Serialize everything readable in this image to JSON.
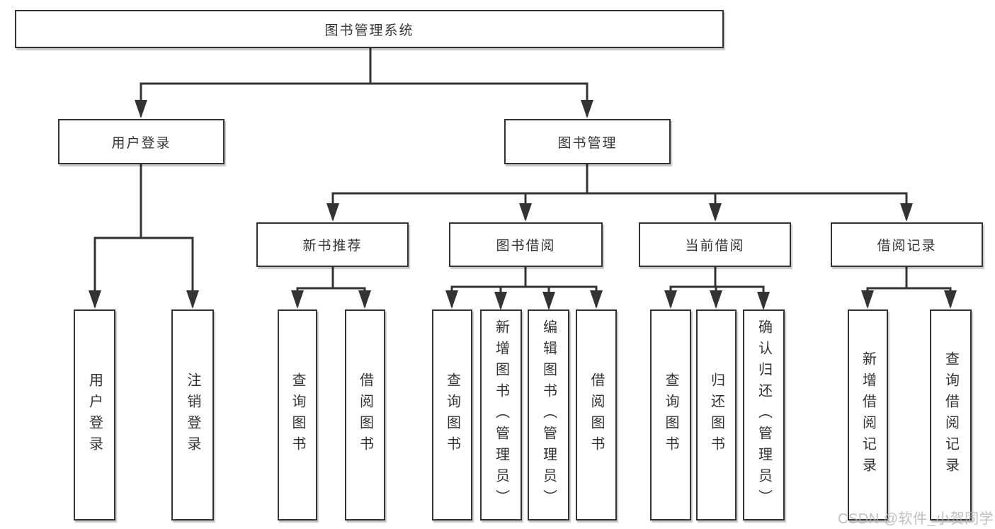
{
  "colors": {
    "line": "#333333",
    "box_border": "#333333",
    "text": "#333333",
    "background": "#ffffff",
    "watermark": "#b4b4b8"
  },
  "watermark": {
    "text": "CSDN @软件_小贺同学"
  },
  "diagram": {
    "type": "hierarchy-tree",
    "root": {
      "label": "图书管理系统",
      "children": [
        {
          "label": "用户登录",
          "children": [
            {
              "label": "用户登录"
            },
            {
              "label": "注销登录"
            }
          ]
        },
        {
          "label": "图书管理",
          "children": [
            {
              "label": "新书推荐",
              "children": [
                {
                  "label": "查询图书"
                },
                {
                  "label": "借阅图书"
                }
              ]
            },
            {
              "label": "图书借阅",
              "children": [
                {
                  "label": "查询图书"
                },
                {
                  "label": "新增图书（管理员）"
                },
                {
                  "label": "编辑图书（管理员）"
                },
                {
                  "label": "借阅图书"
                }
              ]
            },
            {
              "label": "当前借阅",
              "children": [
                {
                  "label": "查询图书"
                },
                {
                  "label": "归还图书"
                },
                {
                  "label": "确认归还（管理员）"
                }
              ]
            },
            {
              "label": "借阅记录",
              "children": [
                {
                  "label": "新增借阅记录"
                },
                {
                  "label": "查询借阅记录"
                }
              ]
            }
          ]
        }
      ]
    }
  }
}
